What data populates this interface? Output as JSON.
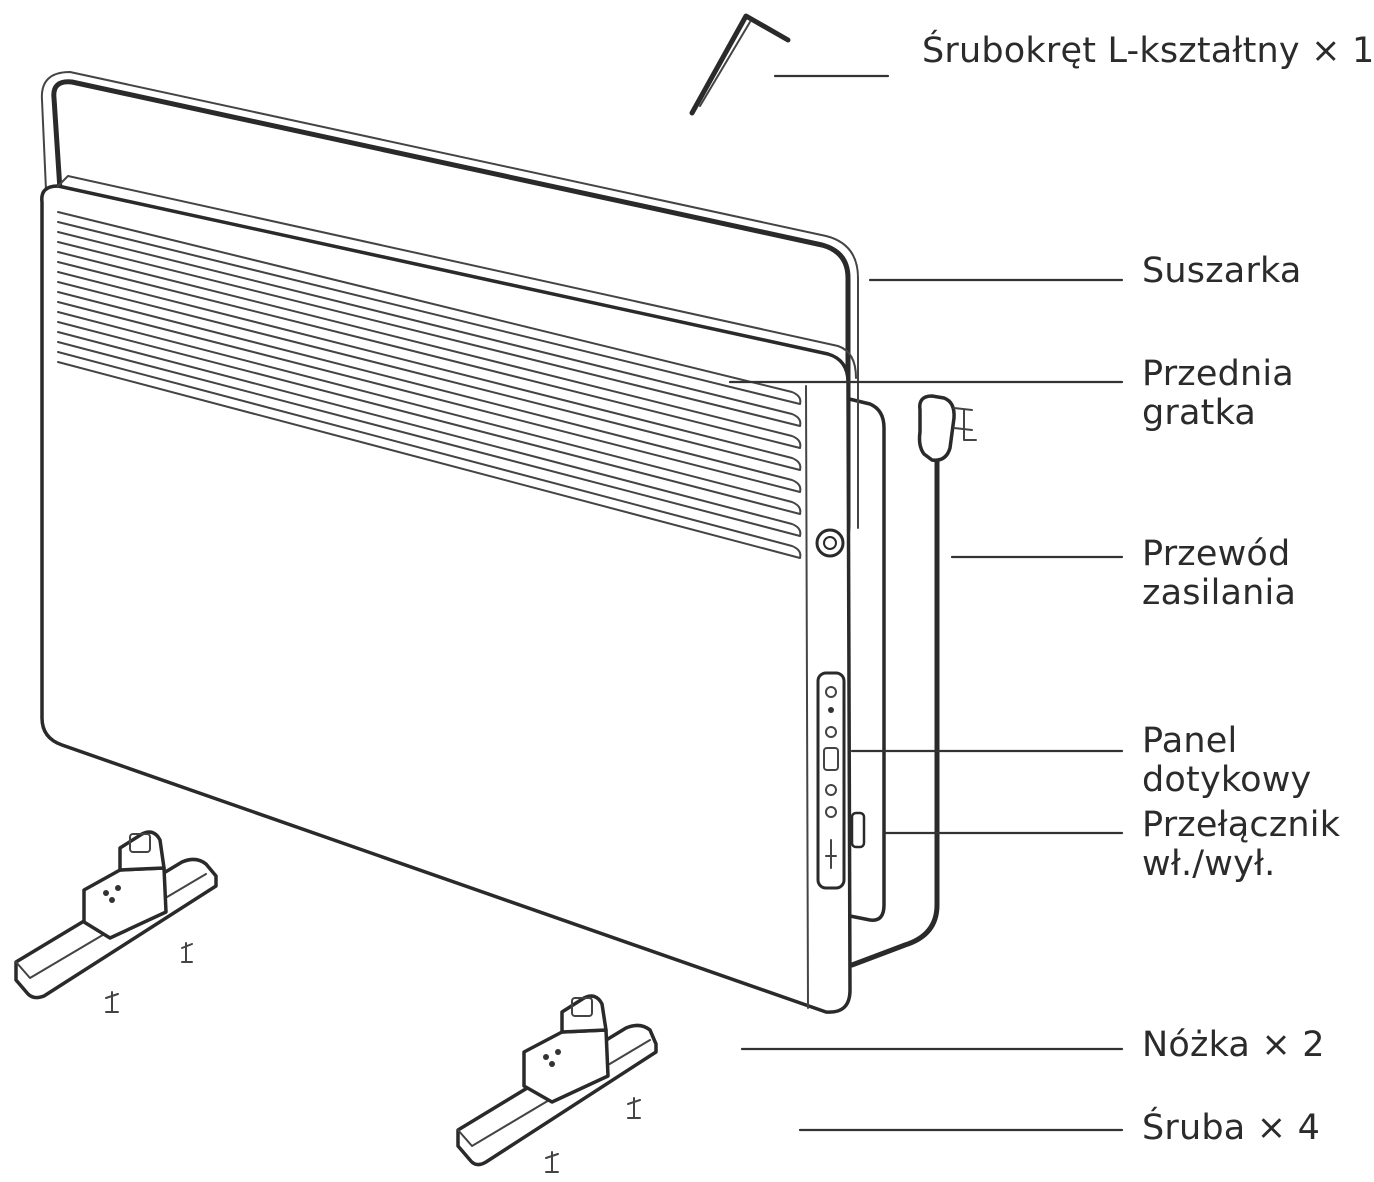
{
  "labels": {
    "screwdriver": "Śrubokręt L-kształtny × 1",
    "dryer": "Suszarka",
    "front_grille": [
      "Przednia",
      "gratka"
    ],
    "power_cord": [
      "Przewód",
      "zasilania"
    ],
    "touch_panel": [
      "Panel",
      "dotykowy"
    ],
    "power_switch": [
      "Przełącznik",
      "wł./wył."
    ],
    "foot": "Nóżka × 2",
    "screw": "Śruba × 4"
  }
}
